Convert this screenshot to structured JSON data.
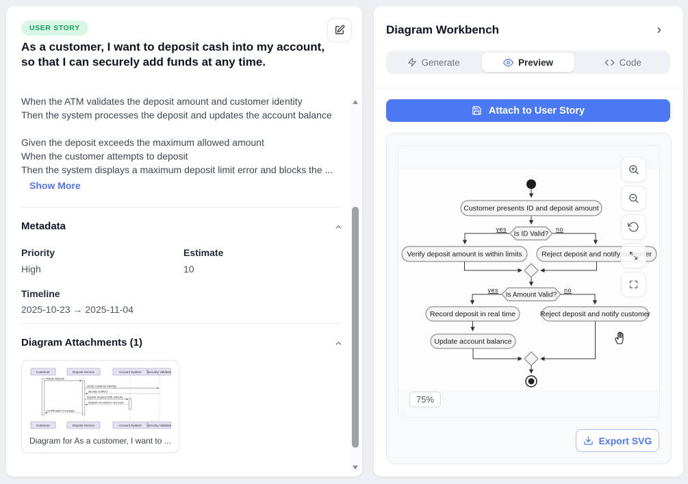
{
  "story": {
    "badge": "USER STORY",
    "title": "As a customer, I want to deposit cash into my account, so that I can securely add funds at any time.",
    "description_lines": [
      "When the ATM validates the deposit amount and customer identity",
      "Then the system processes the deposit and updates the account balance",
      "",
      "Given the deposit exceeds the maximum allowed amount",
      "When the customer attempts to deposit",
      "Then the system displays a maximum deposit limit error and blocks the ..."
    ],
    "show_more_label": "Show More"
  },
  "metadata": {
    "heading": "Metadata",
    "priority_label": "Priority",
    "priority_value": "High",
    "estimate_label": "Estimate",
    "estimate_value": "10",
    "timeline_label": "Timeline",
    "timeline_value": "2025-10-23 → 2025-11-04"
  },
  "attachments": {
    "heading": "Diagram Attachments (1)",
    "caption": "Diagram for As a customer, I want to ...",
    "sequence_actors": [
      "Customer",
      "Deposit Service",
      "Account System",
      "Security Validator"
    ],
    "sequence_messages": [
      "initiate deposit",
      "verify customer identity",
      "identity verified",
      "deposit request with amount",
      "deposit recorded in account",
      "confirmation message"
    ]
  },
  "workbench": {
    "title": "Diagram Workbench",
    "tabs": {
      "generate": "Generate",
      "preview": "Preview",
      "code": "Code"
    },
    "attach_button_label": "Attach to User Story",
    "zoom_badge": "75%",
    "export_button_label": "Export SVG",
    "flowchart": {
      "type": "activity-diagram",
      "node1": "Customer presents ID and deposit amount",
      "decision1": "Is ID Valid?",
      "node2": "Verify deposit amount is within limits",
      "node3": "Reject deposit and notify customer",
      "decision2": "Is Amount Valid?",
      "node4": "Record deposit in real time",
      "node5": "Reject deposit and notify customer",
      "node6": "Update account balance",
      "yes_label": "yes",
      "no_label": "no"
    }
  },
  "colors": {
    "accent_blue": "#4a79f3",
    "badge_green_bg": "#d9f7e7",
    "badge_green_text": "#17a15c",
    "page_bg": "#edeff3"
  }
}
